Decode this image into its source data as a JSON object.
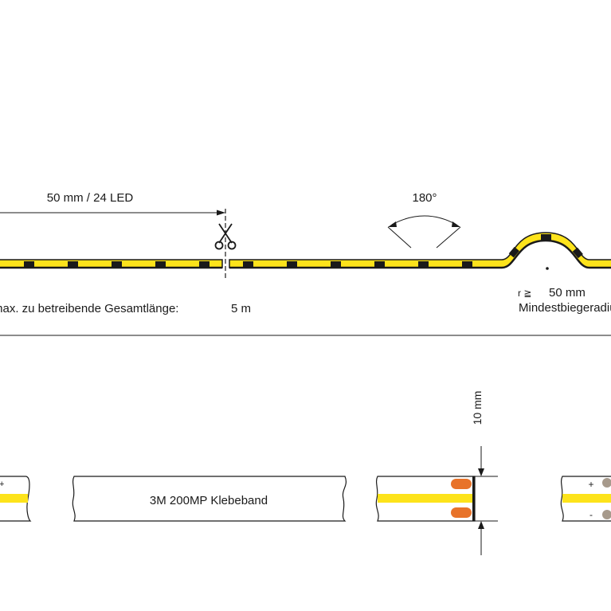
{
  "segment_label": "50 mm / 24 LED",
  "bend_angle_label": "180°",
  "radius_symbol": "r ≧",
  "radius_value": "50 mm",
  "radius_caption": "Mindestbiegeradius",
  "max_length_label": "max. zu betreibende Gesamtlänge:",
  "max_length_value": "5 m",
  "height_label": "10 mm",
  "tape_label": "3M 200MP Klebeband",
  "plus_label": "+",
  "minus_label": "-",
  "colors": {
    "led_yellow": "#fde31b",
    "outline": "#1a1a1a",
    "pad_orange": "#e8732a",
    "pad_gray": "#a79a8c"
  }
}
